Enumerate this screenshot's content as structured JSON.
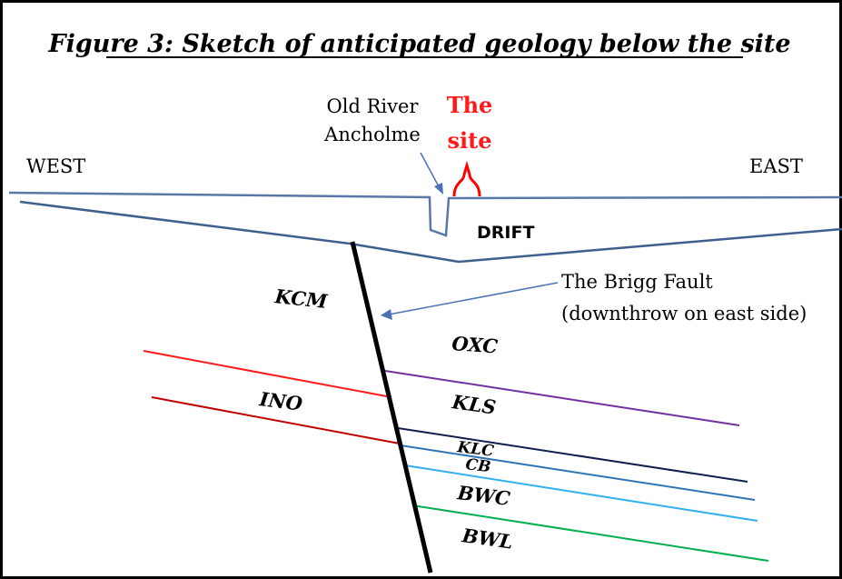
{
  "title": "Figure 3: Sketch of anticipated geology below the site",
  "labels": {
    "west": "WEST",
    "east": "EAST",
    "river_line1": "Old River",
    "river_line2": "Ancholme",
    "site_line1": "The",
    "site_line2": "site",
    "fault_line1": "The Brigg Fault",
    "fault_line2": "(downthrow on east side)"
  },
  "units": {
    "drift": "DRIFT",
    "kcm": "KCM",
    "oxc": "OXC",
    "ino": "INO",
    "kls": "KLS",
    "klc": "KLC",
    "cb": "CB",
    "bwc": "BWC",
    "bwl": "BWL"
  },
  "colors": {
    "frame": "#000000",
    "ground_surface": "#5a78a6",
    "drift_base": "#3f5f8f",
    "fault": "#000000",
    "arrow": "#4a72b8",
    "site_label": "#ff1a1a",
    "site_bracket": "#ff0000",
    "ino_top_west": "#ff1a1a",
    "ino_base_west": "#c00000",
    "kls_top_east": "#7030a0",
    "klc_top_east": "#0e1f4f",
    "cb_top_east": "#2e75b6",
    "bwc_top_east": "#2fb0f0",
    "bwl_top_east": "#00b050"
  }
}
